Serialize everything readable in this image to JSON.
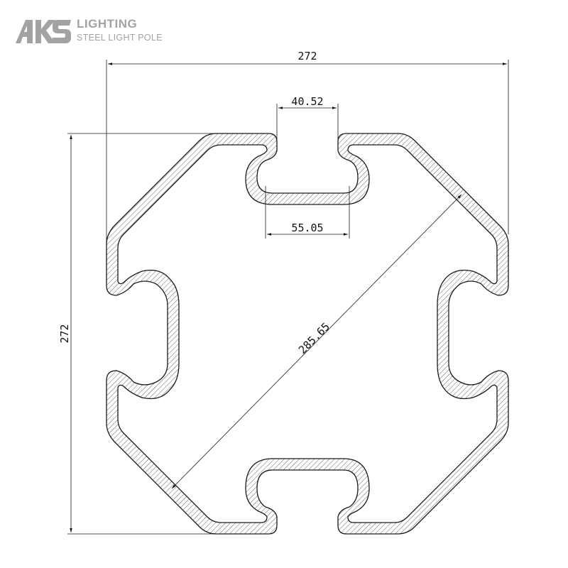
{
  "brand": {
    "logo_text": "AKS",
    "title": "LIGHTING",
    "subtitle": "STEEL LIGHT POLE",
    "color": "#a3a3a3"
  },
  "dimensions": {
    "overall_width": "272",
    "overall_height": "272",
    "slot_opening": "40.52",
    "slot_width": "55.05",
    "diagonal": "285.65"
  },
  "colors": {
    "line": "#1a1a1a",
    "hatch": "#555555",
    "background": "#ffffff"
  }
}
